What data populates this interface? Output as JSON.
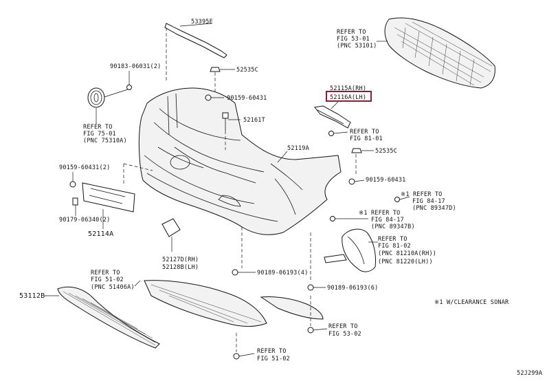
{
  "diagram_id": "52J299A",
  "footnote": "※1 W/CLEARANCE SONAR",
  "highlighted_part": "52116A(LH)",
  "labels": {
    "p53395E": "53395E",
    "p90183": "90183-06031(2)",
    "p52535C_top": "52535C",
    "p90159_60431_top": "90159-60431",
    "refer_75_line1": "REFER TO",
    "refer_75_line2": "FIG 75-01",
    "refer_75_line3": "(PNC 75310A)",
    "p52161T": "52161T",
    "refer_53_01_line1": "REFER TO",
    "refer_53_01_line2": "FIG 53-01",
    "refer_53_01_line3": "(PNC 53101)",
    "p52115A": "52115A(RH)",
    "p52116A": "52116A(LH)",
    "refer_81_01_line1": "REFER TO",
    "refer_81_01_line2": "FIG 81-01",
    "p52119A": "52119A",
    "p52535C_right": "52535C",
    "p90159_60431_left": "90159-60431(2)",
    "p90159_60431_right": "90159-60431",
    "refer_84_17a_line1": "※1 REFER TO",
    "refer_84_17a_line2": "FIG 84-17",
    "refer_84_17a_line3": "(PNC 89347D)",
    "refer_84_17b_line1": "※1 REFER TO",
    "refer_84_17b_line2": "FIG 84-17",
    "refer_84_17b_line3": "(PNC 89347B)",
    "p90179": "90179-06340(2)",
    "p52114A": "52114A",
    "refer_81_02_line1": "REFER TO",
    "refer_81_02_line2": "FIG 81-02",
    "refer_81_02_line3": "(PNC 81210A(RH))",
    "refer_81_02_line4": "(PNC 81220(LH))",
    "p52127D": "52127D(RH)",
    "p52128B": "52128B(LH)",
    "refer_51_02a_line1": "REFER TO",
    "refer_51_02a_line2": "FIG 51-02",
    "refer_51_02a_line3": "(PNC 51406A)",
    "p90189_4": "90189-06193(4)",
    "p90189_6": "90189-06193(6)",
    "p53112B": "53112B",
    "refer_53_02_line1": "REFER TO",
    "refer_53_02_line2": "FIG 53-02",
    "refer_51_02b_line1": "REFER TO",
    "refer_51_02b_line2": "FIG 51-02"
  }
}
